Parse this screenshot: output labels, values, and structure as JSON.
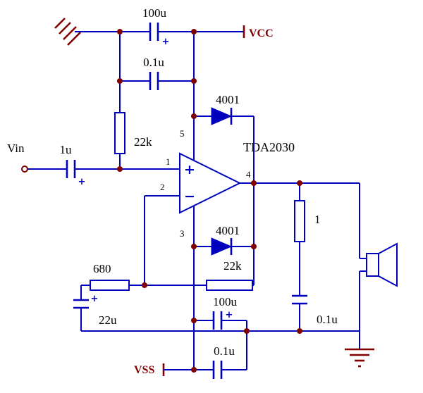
{
  "title": "TDA2030 power amplifier schematic",
  "colors": {
    "wire": "#0000BE",
    "junction_dot": "#800000",
    "power": "#800000",
    "label_text": "#000000",
    "background": "#FFFFFF"
  },
  "labels": {
    "input": "Vin",
    "ic": "TDA2030",
    "vcc": "VCC",
    "vss": "VSS"
  },
  "opamp": {
    "plus_sign": "+",
    "minus_sign": "−"
  },
  "pins": {
    "noninverting": "1",
    "inverting": "2",
    "positive_supply": "5",
    "negative_supply": "3",
    "output": "4"
  },
  "components": {
    "c1_supply_bulk": {
      "value": "100u",
      "polarity": "+"
    },
    "c2_supply_hf": {
      "value": "0.1u"
    },
    "r1_bias": {
      "value": "22k"
    },
    "c3_input": {
      "value": "1u",
      "polarity": "+"
    },
    "d1_clamp_top": {
      "value": "4001"
    },
    "d2_clamp_bottom": {
      "value": "4001"
    },
    "r2_ground_leg": {
      "value": "680"
    },
    "r3_feedback": {
      "value": "22k"
    },
    "c4_feedback": {
      "value": "22u",
      "polarity": "+"
    },
    "c5_neg_bulk": {
      "value": "100u",
      "polarity": "+"
    },
    "c6_neg_hf": {
      "value": "0.1u"
    },
    "r4_zobel": {
      "value": "1"
    },
    "c7_zobel": {
      "value": "0.1u"
    }
  }
}
